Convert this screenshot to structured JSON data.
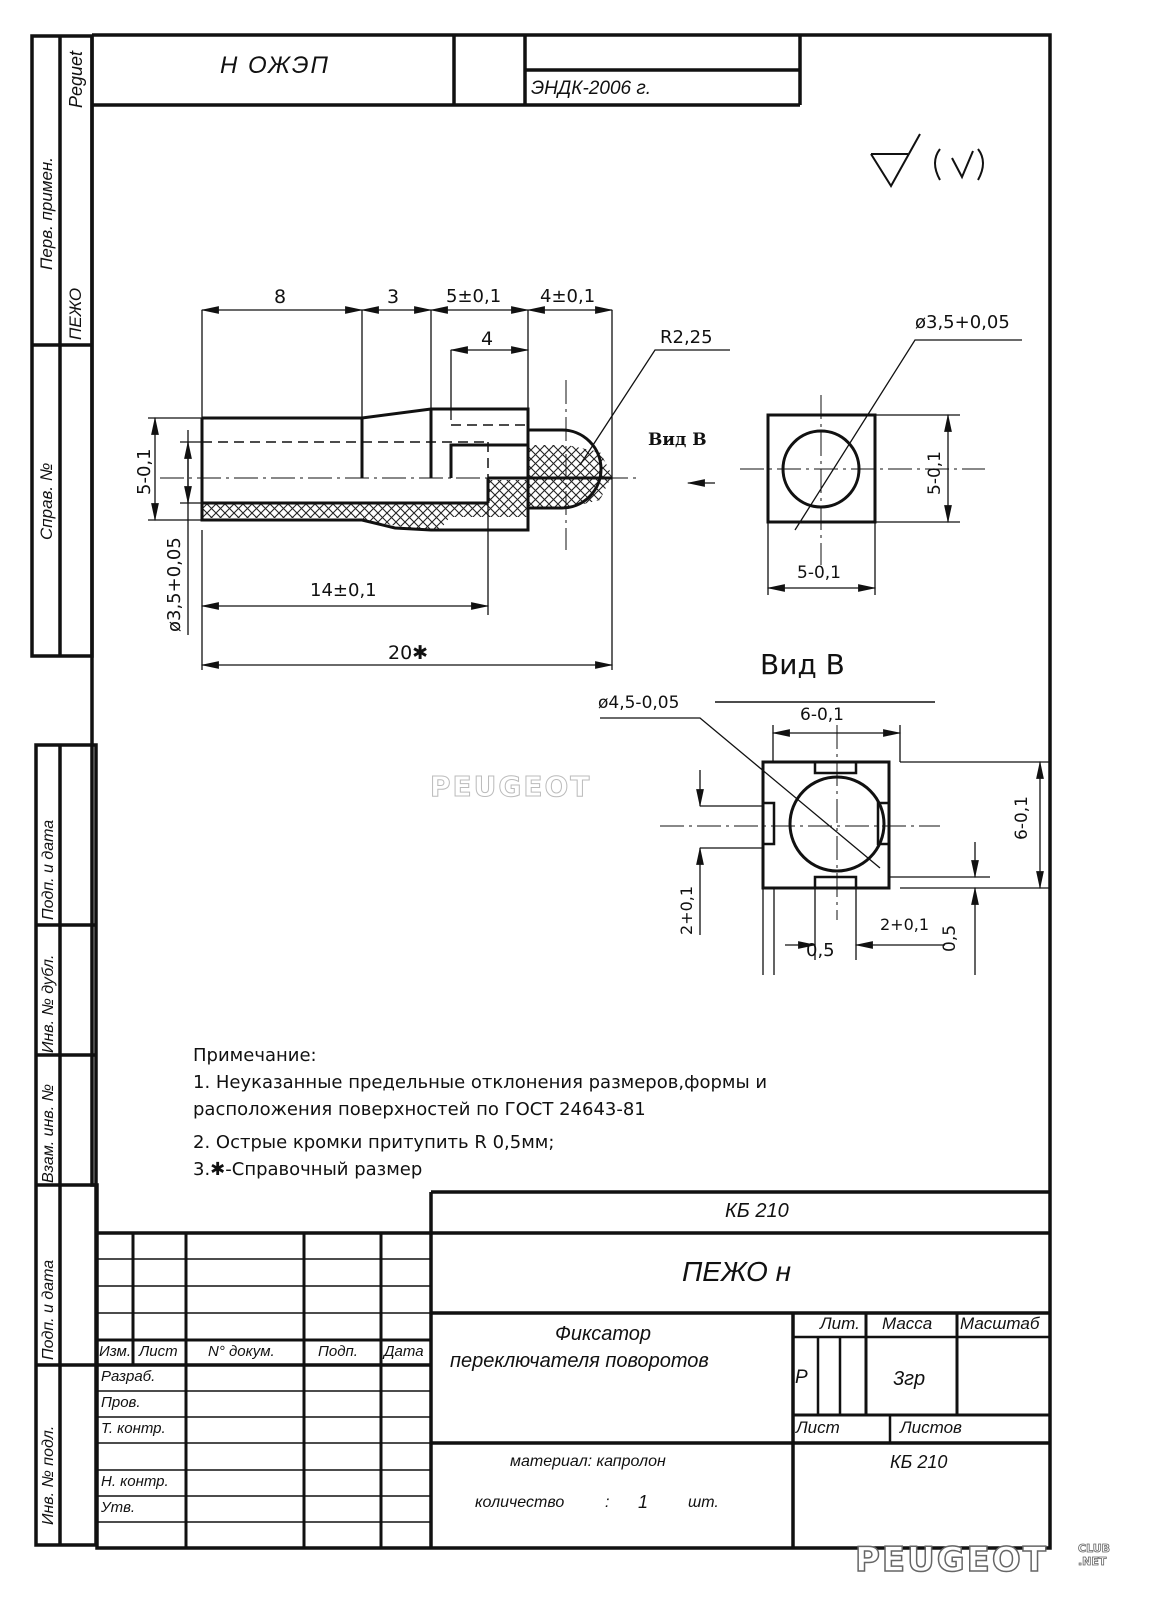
{
  "top_strip": {
    "inverted_code": "Н ОЖЭП",
    "vertical_label": "Peguet",
    "org_stamp": "ЭНДК-2006 г."
  },
  "left_margin": {
    "perv_primen_label": "Перв. примен.",
    "perv_primen_value": "ПЕЖО",
    "sprav_label": "Справ. №",
    "podp_data_1": "Подп. и дата",
    "inv_dubl": "Инв. № дубл.",
    "vzam_inv": "Взам. инв. №",
    "podp_data_2": "Подп. и дата",
    "inv_podl": "Инв. № подл."
  },
  "roughness_symbol": {
    "main": "∇",
    "paren": "(√)"
  },
  "main_view": {
    "dims": {
      "d8": "8",
      "d3": "3",
      "d5": "5±0,1",
      "d4tol": "4±0,1",
      "d4": "4",
      "radius": "R2,25",
      "height": "5-0,1",
      "bore": "ø3,5+0,05",
      "d14": "14±0,1",
      "d20": "20✱"
    },
    "view_arrow_label": "Вид В"
  },
  "side_view": {
    "diameter": "ø3,5+0,05",
    "height": "5-0,1",
    "width": "5-0,1"
  },
  "view_b": {
    "title": "Вид В",
    "diameter": "ø4,5-0,05",
    "width": "6-0,1",
    "height": "6-0,1",
    "slot_left": "2+0,1",
    "slot_bottom": "2+0,1",
    "depth_h": "0,5",
    "depth_v": "0,5"
  },
  "watermark": {
    "main": "PEUGEOT",
    "sub_top": "CLUB",
    "sub_bottom": ".NET"
  },
  "notes": {
    "title": "Примечание:",
    "line1": "1. Неуказанные предельные отклонения размеров,формы и",
    "line1b": "расположения поверхностей по ГОСТ 24643-81",
    "line2": "2. Острые кромки притупить R 0,5мм;",
    "line3": "3.✱-Справочный размер"
  },
  "title_block": {
    "doc_code": "КБ 210",
    "product": "ПЕЖО н",
    "part_name_1": "Фиксатор",
    "part_name_2": "переключателя поворотов",
    "lit_label": "Лит.",
    "massa_label": "Масса",
    "masshtab_label": "Масштаб",
    "lit_value": "Р",
    "massa_value": "3гр",
    "list_label": "Лист",
    "listov_label": "Листов",
    "doc_code_2": "КБ 210",
    "material": "материал: капролон",
    "qty_label": "количество",
    "qty_sep": ":",
    "qty_value": "1",
    "qty_unit": "шт.",
    "headers": [
      "Изм.",
      "Лист",
      "N° докум.",
      "Подп.",
      "Дата"
    ],
    "roles": [
      "Разраб.",
      "Пров.",
      "Т. контр.",
      "",
      "Н. контр.",
      "Утв."
    ]
  }
}
